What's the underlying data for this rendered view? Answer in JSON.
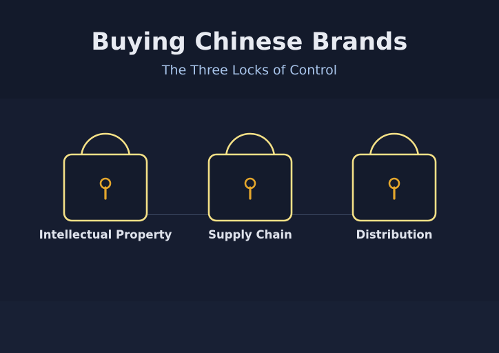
{
  "header": {
    "title": "Buying Chinese Brands",
    "subtitle": "The Three Locks of Control"
  },
  "locks": [
    {
      "label": "Intellectual Property",
      "icon": "padlock-icon",
      "keyhole": "keyhole-icon"
    },
    {
      "label": "Supply Chain",
      "icon": "padlock-icon",
      "keyhole": "keyhole-icon"
    },
    {
      "label": "Distribution",
      "icon": "padlock-icon",
      "keyhole": "keyhole-icon"
    }
  ],
  "colors": {
    "background": "#161d30",
    "header_band": "#131a2b",
    "footer_band": "#182034",
    "title": "#e8ebf2",
    "subtitle": "#a8c4ea",
    "label": "#dfe3ec",
    "lock_stroke": "#f5e187",
    "keyhole": "#e5a72c",
    "lock_fill": "#141b2c",
    "connector": "#3d4a63"
  }
}
